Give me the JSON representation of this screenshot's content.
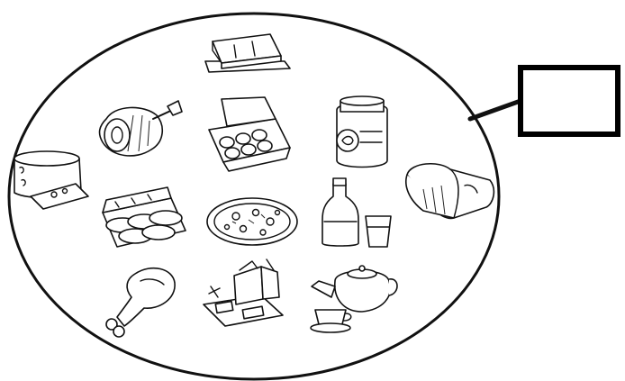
{
  "diagram": {
    "ink_color": "#111111",
    "background": "#ffffff",
    "container": "oval",
    "answer_box": {
      "label": ""
    },
    "items": [
      {
        "id": "butter",
        "icon": "butter-dish-icon"
      },
      {
        "id": "ham",
        "icon": "ham-icon"
      },
      {
        "id": "eggs",
        "icon": "egg-carton-icon"
      },
      {
        "id": "jam",
        "icon": "jam-jar-icon"
      },
      {
        "id": "cheese",
        "icon": "cheese-wheel-icon"
      },
      {
        "id": "bread",
        "icon": "bread-loaf-icon"
      },
      {
        "id": "sausages",
        "icon": "sausages-tray-icon"
      },
      {
        "id": "pizza",
        "icon": "pizza-icon"
      },
      {
        "id": "milk",
        "icon": "milk-bottle-and-glass-icon"
      },
      {
        "id": "chicken",
        "icon": "chicken-leg-icon"
      },
      {
        "id": "groceries",
        "icon": "groceries-pack-icon"
      },
      {
        "id": "tea",
        "icon": "teapot-and-cup-icon"
      }
    ]
  }
}
